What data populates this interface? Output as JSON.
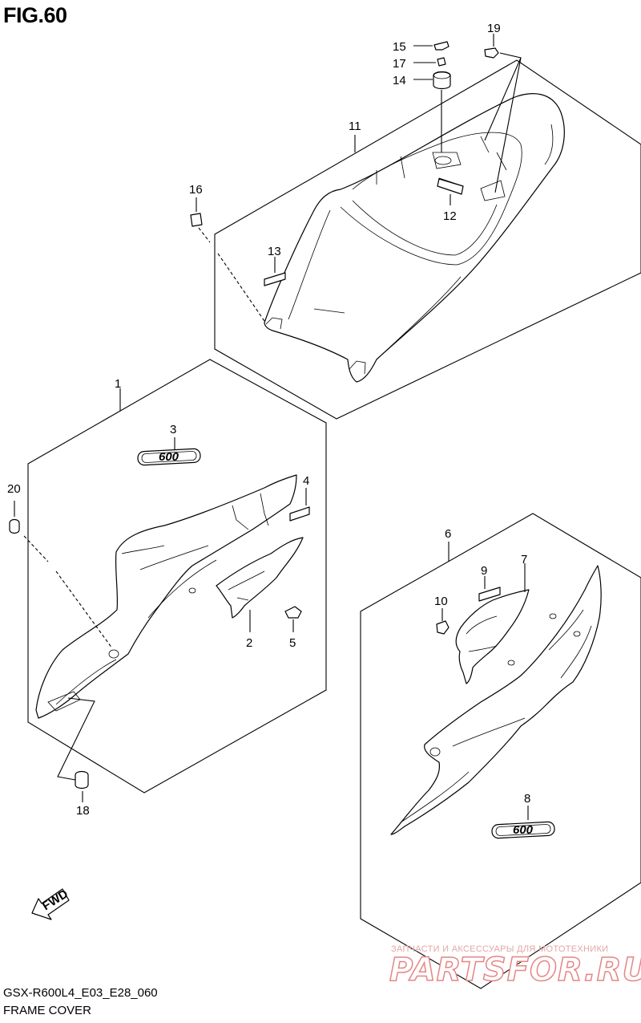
{
  "figure": {
    "title": "FIG.60",
    "code": "GSX-R600L4_E03_E28_060",
    "name": "FRAME COVER"
  },
  "callouts": [
    {
      "id": "c1",
      "label": "1"
    },
    {
      "id": "c2",
      "label": "2"
    },
    {
      "id": "c3",
      "label": "3"
    },
    {
      "id": "c4",
      "label": "4"
    },
    {
      "id": "c5",
      "label": "5"
    },
    {
      "id": "c6",
      "label": "6"
    },
    {
      "id": "c7",
      "label": "7"
    },
    {
      "id": "c8",
      "label": "8"
    },
    {
      "id": "c9",
      "label": "9"
    },
    {
      "id": "c10",
      "label": "10"
    },
    {
      "id": "c11",
      "label": "11"
    },
    {
      "id": "c12",
      "label": "12"
    },
    {
      "id": "c13",
      "label": "13"
    },
    {
      "id": "c14",
      "label": "14"
    },
    {
      "id": "c15",
      "label": "15"
    },
    {
      "id": "c16",
      "label": "16"
    },
    {
      "id": "c17",
      "label": "17"
    },
    {
      "id": "c18",
      "label": "18"
    },
    {
      "id": "c19",
      "label": "19"
    },
    {
      "id": "c20",
      "label": "20"
    }
  ],
  "emblems": {
    "text": "600"
  },
  "direction_arrow": {
    "label": "FWD"
  },
  "watermark": {
    "tagline": "ЗАПЧАСТИ И АКСЕССУАРЫ ДЛЯ МОТОТЕХНИКИ",
    "brand": "PARTSFOR.RU",
    "color": "#e58585"
  }
}
